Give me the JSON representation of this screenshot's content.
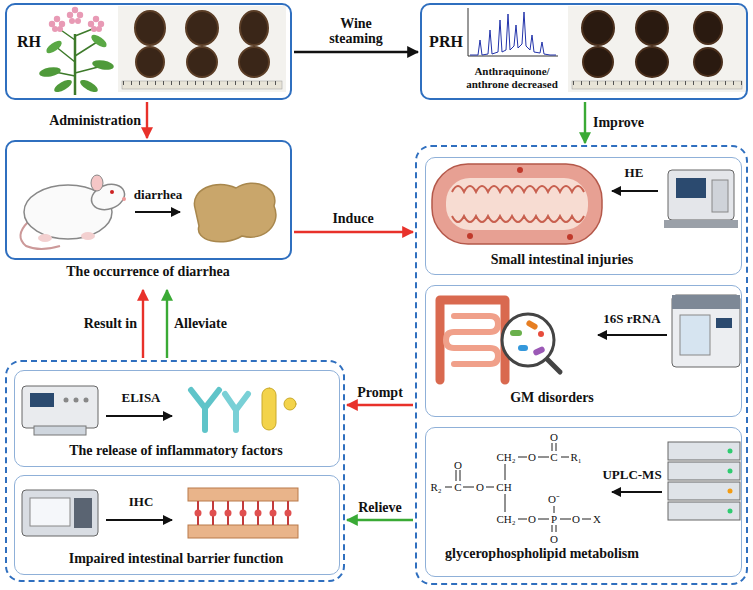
{
  "diagram": {
    "nodes": [
      {
        "text": [
          "RH"
        ]
      },
      {
        "text": [
          "PRH",
          "Anthraquinone/ anthrone decreased"
        ]
      },
      {
        "text": [
          "diarrhea",
          "The occurrence of diarrhea"
        ]
      },
      {
        "text": []
      },
      {
        "text": [
          "HE",
          "Small intestinal injuries"
        ],
        "in": 3
      },
      {
        "text": [
          "16S rRNA",
          "GM disorders"
        ],
        "in": 3
      },
      {
        "text": [
          "UPLC-MS",
          "glycerophospholipid metabolism"
        ],
        "in": 3
      },
      {
        "text": []
      },
      {
        "text": [
          "ELISA",
          "The release of inflammatory factors"
        ],
        "in": 7
      },
      {
        "text": [
          "IHC",
          "Impaired intestinal barrier function"
        ],
        "in": 7
      }
    ],
    "edges": [
      {
        "from": 0,
        "to": 1,
        "arrow": "to",
        "label": "Wine steaming"
      },
      {
        "from": 0,
        "to": 2,
        "arrow": "to",
        "label": "Administration"
      },
      {
        "from": 1,
        "to": 3,
        "arrow": "to",
        "label": "Improve"
      },
      {
        "from": 2,
        "to": 3,
        "arrow": "to",
        "label": "Induce"
      },
      {
        "from": 3,
        "to": 7,
        "arrow": "to",
        "label": "Prompt"
      },
      {
        "from": 3,
        "to": 7,
        "arrow": "to",
        "label": "Relieve"
      },
      {
        "from": 7,
        "to": 2,
        "arrow": "to",
        "label": "Result in"
      },
      {
        "from": 7,
        "to": 2,
        "arrow": "to",
        "label": "Alleviate"
      }
    ],
    "labels": [
      "O",
      "R₂",
      "C",
      "O",
      "CH",
      "CH₂",
      "O",
      "C",
      "O",
      "R₁",
      "CH₂",
      "O",
      "P",
      "O",
      "X",
      "O⁻",
      "O"
    ]
  }
}
